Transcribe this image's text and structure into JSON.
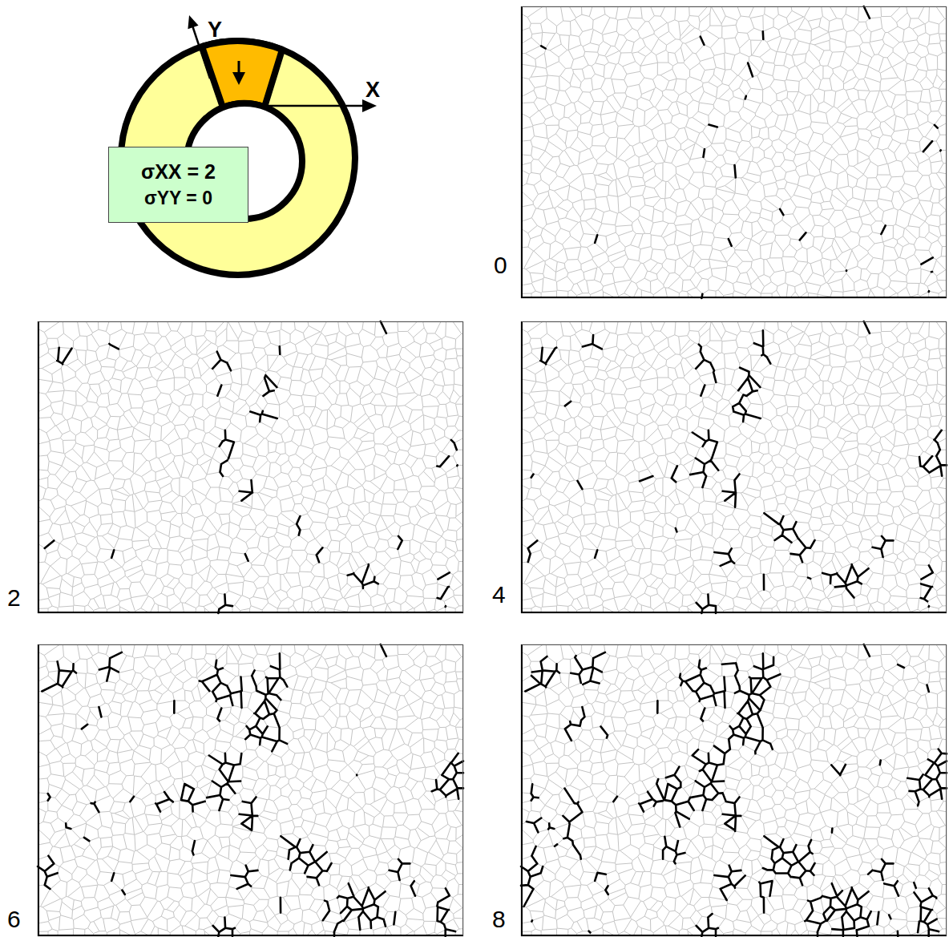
{
  "diagram": {
    "nodes": [
      {
        "text": [
          "σXX = 2",
          "σYY = 0"
        ]
      },
      {
        "text": [
          "0"
        ]
      },
      {
        "text": [
          "2"
        ]
      },
      {
        "text": [
          "4"
        ]
      },
      {
        "text": [
          "6"
        ]
      },
      {
        "text": [
          "8"
        ]
      }
    ],
    "labels": [
      "Y",
      "X"
    ]
  }
}
